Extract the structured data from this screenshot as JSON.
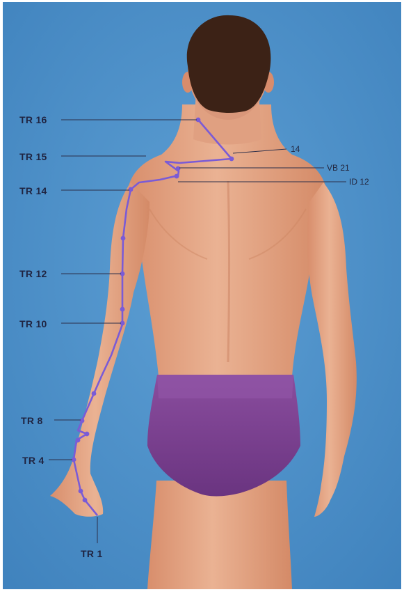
{
  "labels": {
    "tr16": "TR 16",
    "tr15": "TR 15",
    "tr14": "TR 14",
    "tr12": "TR 12",
    "tr10": "TR 10",
    "tr8": "TR 8",
    "tr4": "TR 4",
    "tr1": "TR 1",
    "n14": "14",
    "vb21": "VB 21",
    "id12": "ID 12"
  },
  "colors": {
    "background": "#4a8fc7",
    "skin": "#e7a585",
    "hair": "#3c2216",
    "briefs": "#7a3f8e",
    "meridian": "#7a5bd6",
    "leader_line": "#2c2f4a",
    "label_text": "#1f2340"
  }
}
